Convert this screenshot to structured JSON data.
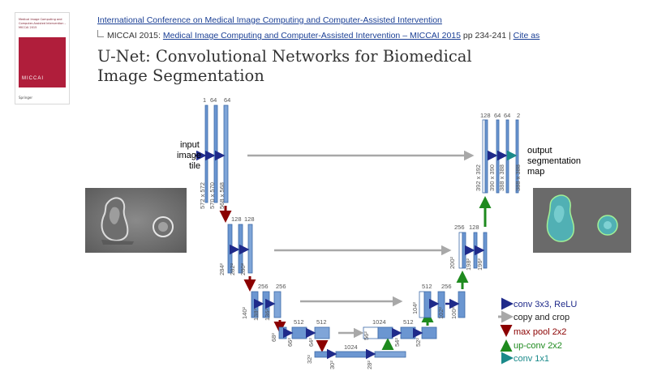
{
  "header": {
    "series_link": "International Conference on Medical Image Computing and Computer-Assisted Intervention",
    "venue_prefix": "MICCAI 2015:",
    "venue_link": "Medical Image Computing and Computer-Assisted Intervention – MICCAI 2015",
    "pages": "pp 234-241",
    "separator": "|",
    "cite": "Cite as",
    "title": "U-Net: Convolutional Networks for Biomedical Image Segmentation"
  },
  "book_cover": {
    "title_text": "Medical Image Computing and Computer-Assisted Intervention – MICCAI 2015",
    "brand": "MICCAI",
    "publisher": "Springer"
  },
  "diagram": {
    "input_label": [
      "input",
      "image",
      "tile"
    ],
    "output_label": [
      "output",
      "segmentation",
      "map"
    ],
    "encoder": [
      {
        "channels": [
          "1",
          "64",
          "64"
        ],
        "sizes": [
          "572 x 572",
          "570 x 570",
          "568 x 568"
        ]
      },
      {
        "channels": [
          "128",
          "128"
        ],
        "sizes": [
          "284²",
          "282²",
          "280²"
        ]
      },
      {
        "channels": [
          "256",
          "256"
        ],
        "sizes": [
          "140²",
          "138²",
          "136²"
        ]
      },
      {
        "channels": [
          "512",
          "512"
        ],
        "sizes": [
          "68²",
          "66²",
          "64²"
        ]
      }
    ],
    "bottom": {
      "channels": [
        "1024"
      ],
      "sizes": [
        "32²",
        "30²",
        "28²"
      ]
    },
    "decoder": [
      {
        "channels": [
          "1024",
          "512"
        ],
        "sizes": [
          "56²",
          "54²",
          "52²"
        ]
      },
      {
        "channels": [
          "512",
          "256"
        ],
        "sizes": [
          "104²",
          "102²",
          "100²"
        ]
      },
      {
        "channels": [
          "256",
          "128"
        ],
        "sizes": [
          "200²",
          "198²",
          "196²"
        ]
      },
      {
        "channels": [
          "128",
          "64",
          "64",
          "2"
        ],
        "sizes": [
          "392 x 392",
          "390 x 390",
          "388 x 388",
          "388 x 388"
        ]
      }
    ],
    "legend": [
      {
        "label": "conv 3x3, ReLU",
        "color": "#1f2a8a",
        "text_color": "#1f2a8a"
      },
      {
        "label": "copy and crop",
        "color": "#a8a8a8",
        "text_color": "#222222"
      },
      {
        "label": "max pool 2x2",
        "color": "#8b0000",
        "text_color": "#8b0000"
      },
      {
        "label": "up-conv 2x2",
        "color": "#1e8a1e",
        "text_color": "#1e8a1e"
      },
      {
        "label": "conv 1x1",
        "color": "#1a8a8a",
        "text_color": "#1a8a8a"
      }
    ]
  }
}
